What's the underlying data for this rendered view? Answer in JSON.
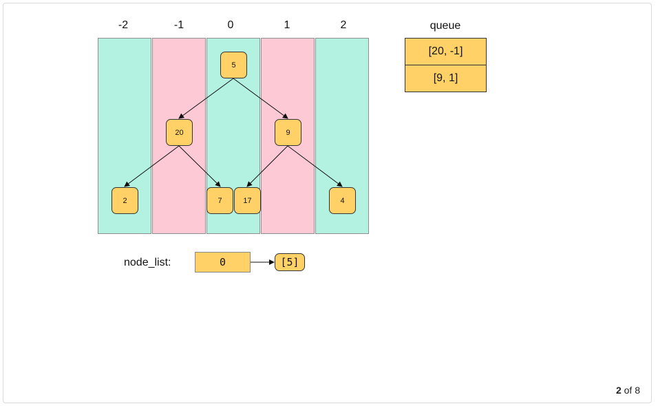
{
  "columns": [
    {
      "label": "-2",
      "color": "#b3f2e1"
    },
    {
      "label": "-1",
      "color": "#fcc9d5"
    },
    {
      "label": "0",
      "color": "#b3f2e1"
    },
    {
      "label": "1",
      "color": "#fcc9d5"
    },
    {
      "label": "2",
      "color": "#b3f2e1"
    }
  ],
  "tree": {
    "node_color": "#ffd166",
    "nodes": [
      {
        "id": "n5",
        "label": "5",
        "column": "0"
      },
      {
        "id": "n20",
        "label": "20",
        "column": "-1"
      },
      {
        "id": "n9",
        "label": "9",
        "column": "1"
      },
      {
        "id": "n2",
        "label": "2",
        "column": "-2"
      },
      {
        "id": "n7",
        "label": "7",
        "column": "0"
      },
      {
        "id": "n17",
        "label": "17",
        "column": "0"
      },
      {
        "id": "n4",
        "label": "4",
        "column": "2"
      }
    ],
    "edges": [
      {
        "from": "n5",
        "to": "n20"
      },
      {
        "from": "n5",
        "to": "n9"
      },
      {
        "from": "n20",
        "to": "n2"
      },
      {
        "from": "n20",
        "to": "n7"
      },
      {
        "from": "n9",
        "to": "n17"
      },
      {
        "from": "n9",
        "to": "n4"
      }
    ]
  },
  "queue": {
    "title": "queue",
    "items": [
      "[20, -1]",
      "[9, 1]"
    ]
  },
  "node_list": {
    "label": "node_list:",
    "key": "0",
    "value": "[5]"
  },
  "pager": {
    "current": "2",
    "separator": "of",
    "total": "8"
  }
}
